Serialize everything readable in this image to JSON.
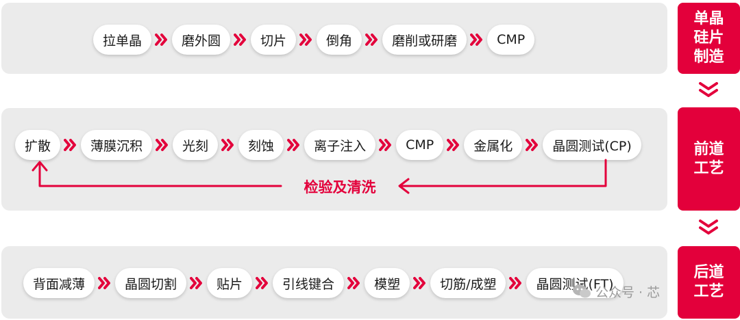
{
  "accent_color": "#e3003b",
  "panel_color": "#ebebeb",
  "separator_icon": "double-chevron-right-icon",
  "stages": [
    {
      "name_lines": [
        "单晶",
        "硅片",
        "制造"
      ],
      "steps": [
        "拉单晶",
        "磨外圆",
        "切片",
        "倒角",
        "磨削或研磨",
        "CMP"
      ]
    },
    {
      "name_lines": [
        "前道",
        "工艺"
      ],
      "steps": [
        "扩散",
        "薄膜沉积",
        "光刻",
        "刻蚀",
        "离子注入",
        "CMP",
        "金属化",
        "晶圆测试(CP)"
      ],
      "loop_label": "检验及清洗"
    },
    {
      "name_lines": [
        "后道",
        "工艺"
      ],
      "steps": [
        "背面减薄",
        "晶圆切割",
        "贴片",
        "引线键合",
        "模塑",
        "切筋/成塑",
        "晶圆测试(FT)"
      ]
    }
  ],
  "watermark": {
    "text": "公众号 · 芯",
    "icon": "wechat-icon"
  }
}
